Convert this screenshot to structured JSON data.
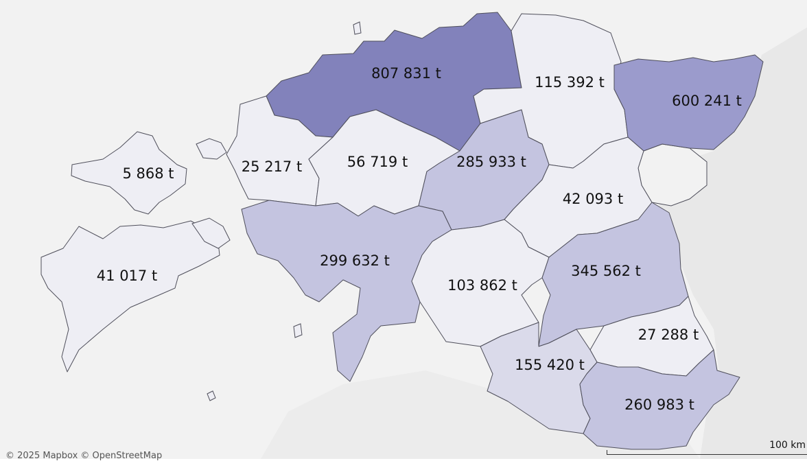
{
  "map": {
    "background_color": "#f2f2f2",
    "land_color": "#e8e8e8",
    "color_scale": [
      "#eeeef4",
      "#dadaea",
      "#c4c4e0",
      "#9b9bcc",
      "#8282bb"
    ],
    "regions": [
      {
        "id": "harju",
        "label": "807 831 t",
        "value": 807831
      },
      {
        "id": "laane-viru",
        "label": "115 392 t",
        "value": 115392
      },
      {
        "id": "ida-viru",
        "label": "600 241 t",
        "value": 600241
      },
      {
        "id": "hiiu",
        "label": "5 868 t",
        "value": 5868
      },
      {
        "id": "laane",
        "label": "25 217 t",
        "value": 25217
      },
      {
        "id": "rapla",
        "label": "56 719 t",
        "value": 56719
      },
      {
        "id": "jarva",
        "label": "285 933 t",
        "value": 285933
      },
      {
        "id": "jogeva",
        "label": "42 093 t",
        "value": 42093
      },
      {
        "id": "saare",
        "label": "41 017 t",
        "value": 41017
      },
      {
        "id": "parnu",
        "label": "299 632 t",
        "value": 299632
      },
      {
        "id": "viljandi",
        "label": "103 862 t",
        "value": 103862
      },
      {
        "id": "tartu",
        "label": "345 562 t",
        "value": 345562
      },
      {
        "id": "polva",
        "label": "27 288 t",
        "value": 27288
      },
      {
        "id": "valga",
        "label": "155 420 t",
        "value": 155420
      },
      {
        "id": "voru",
        "label": "260 983 t",
        "value": 260983
      }
    ]
  },
  "attribution": "© 2025 Mapbox  © OpenStreetMap",
  "scale": {
    "label": "100 km"
  }
}
